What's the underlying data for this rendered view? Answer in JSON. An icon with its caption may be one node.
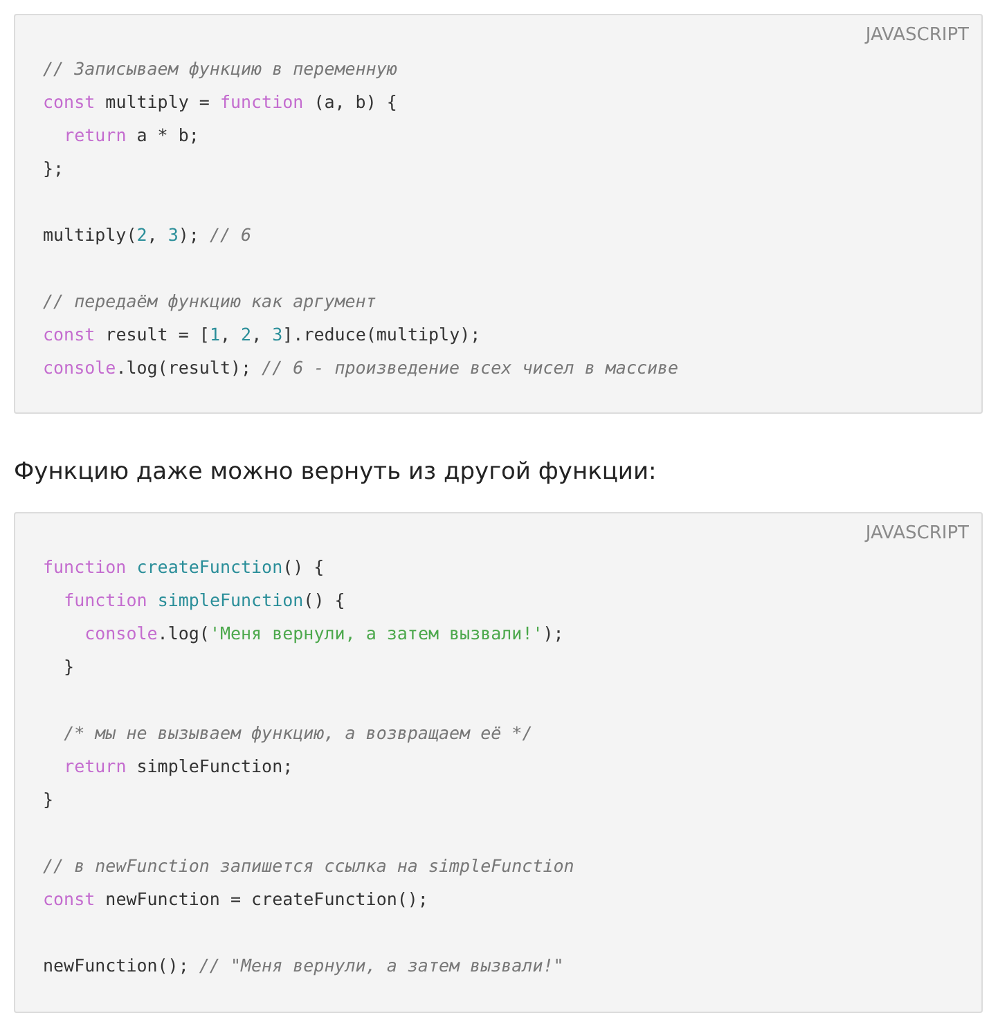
{
  "diagram": {
    "nodes": [
      {
        "text": [
          "JAVASCRIPT",
          "// Записываем функцию в переменную",
          "const multiply = function (a, b) {",
          "  return a * b;",
          "};",
          "multiply(2, 3); // 6",
          "// передаём функцию как аргумент",
          "const result = [1, 2, 3].reduce(multiply);",
          "console.log(result); // 6 - произведение всех чисел в массиве"
        ]
      },
      {
        "text": [
          "JAVASCRIPT",
          "function createFunction() {",
          "  function simpleFunction() {",
          "    console.log('Меня вернули, а затем вызвали!');",
          "  }",
          "  /* мы не вызываем функцию, а возвращаем её */",
          "  return simpleFunction;",
          "}",
          "// в newFunction запишется ссылка на simpleFunction",
          "const newFunction = createFunction();",
          "newFunction(); // \"Меня вернули, а затем вызвали!\""
        ]
      }
    ],
    "labels": [
      "Функцию даже можно вернуть из другой функции:"
    ]
  }
}
